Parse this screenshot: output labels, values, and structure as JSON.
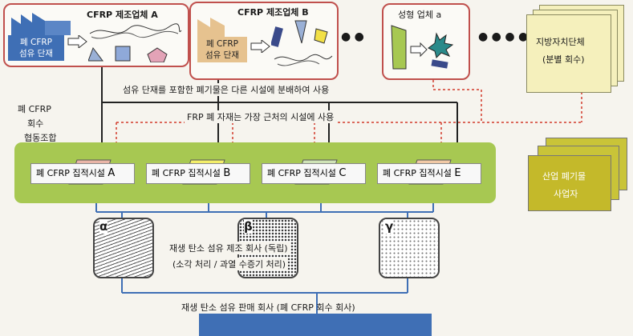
{
  "producer_a": {
    "title": "CFRP 제조업체 A",
    "tag": "폐 CFRP\n섬유 단재"
  },
  "producer_b": {
    "title": "CFRP 제조업체 B",
    "tag": "폐 CFRP\n섬유 단재"
  },
  "molder": {
    "title": "성형 업체 a"
  },
  "local_gov": {
    "line1": "지방자치단체",
    "line2": "(분별 회수)"
  },
  "industrial": {
    "line1": "산업 폐기물",
    "line2": "사업자"
  },
  "note_fiber": "섬유 단재를 포함한 폐기물은 다른 시설에 분배하여 사용",
  "note_frp": "FRP 폐 자재는 가장 근처의 시설에 사용",
  "coop": {
    "line1": "폐 CFRP",
    "line2": "회수",
    "line3": "협동조합"
  },
  "facilities": [
    {
      "label": "폐 CFRP 집적시설",
      "letter": "A",
      "color": "#e9b5a8"
    },
    {
      "label": "폐 CFRP 집적시설",
      "letter": "B",
      "color": "#f4ef6a"
    },
    {
      "label": "폐 CFRP 집적시설",
      "letter": "C",
      "color": "#cfe3b6"
    },
    {
      "label": "폐 CFRP 집적시설",
      "letter": "E",
      "color": "#f1c9a6"
    }
  ],
  "recyclers": [
    {
      "symbol": "α"
    },
    {
      "symbol": "β"
    },
    {
      "symbol": "γ"
    }
  ],
  "recycler_note": {
    "line1": "재생 탄소 섬유 제조 회사 (독립)",
    "line2": "(소각 처리 / 과열 수증기 처리)"
  },
  "seller": "재생 탄소 섬유 판매 회사 (폐 CFRP 회수 회사)",
  "dots": "● ●",
  "dots2": "● ● ● ●"
}
